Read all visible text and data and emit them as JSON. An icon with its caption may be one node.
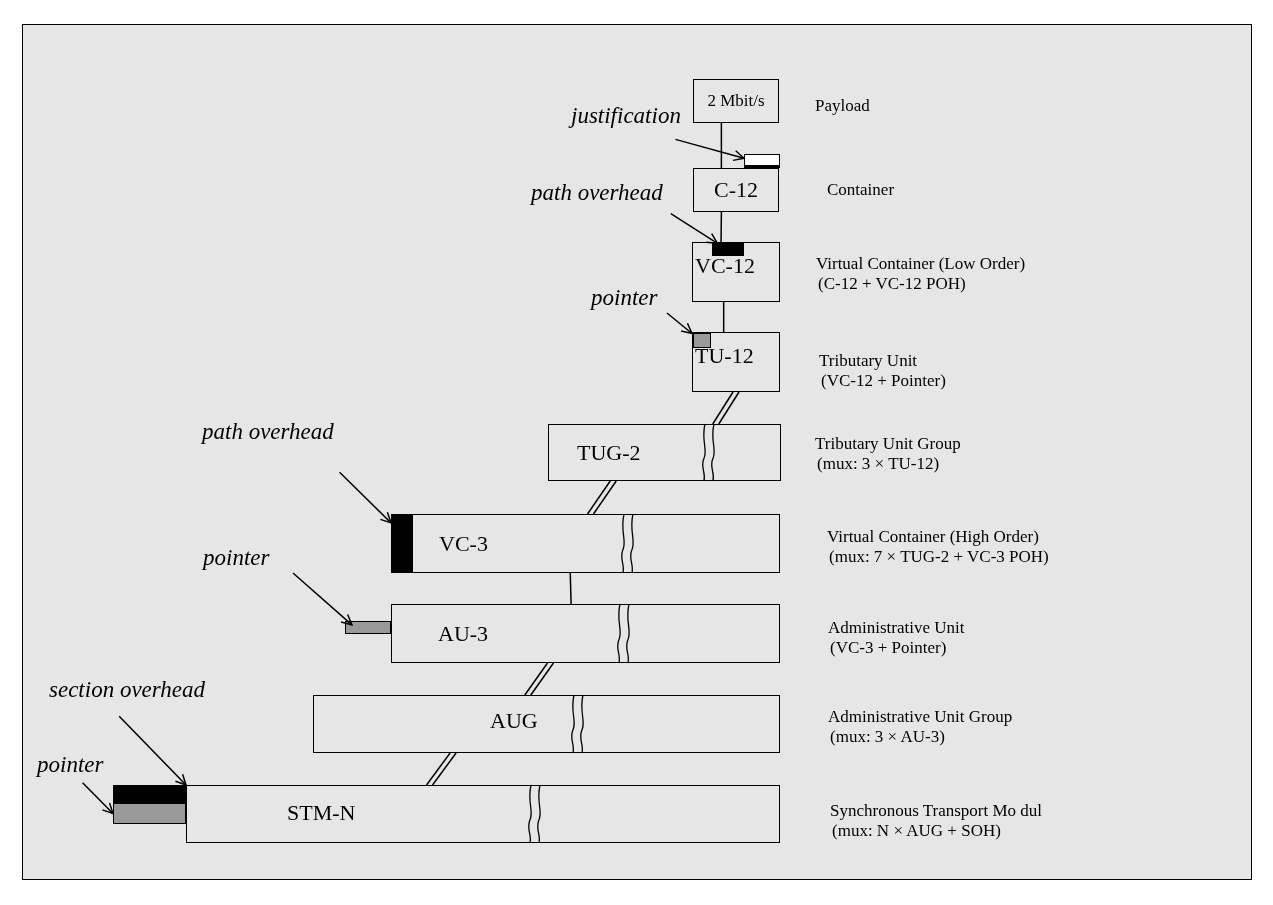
{
  "diagram": {
    "nodes": [
      {
        "text": [
          "2 Mbit/s"
        ],
        "beside": [
          "Payload"
        ]
      },
      {
        "text": [
          "justification"
        ]
      },
      {
        "text": [],
        "shape": "bar"
      },
      {
        "text": [
          "C-12"
        ],
        "beside": [
          "Container"
        ]
      },
      {
        "text": [
          "path overhead"
        ]
      },
      {
        "text": [],
        "shape": "bar",
        "in": 6
      },
      {
        "text": [
          "VC-12"
        ],
        "beside": [
          "Virtual Container (Low Order)",
          "(C-12 + VC-12 POH)"
        ]
      },
      {
        "text": [
          "pointer"
        ]
      },
      {
        "text": [
          "TU-12"
        ],
        "beside": [
          "Tributary Unit",
          "(VC-12 + Pointer)"
        ]
      },
      {
        "text": [],
        "shape": "bar",
        "in": 8
      },
      {
        "text": [
          "TUG-2"
        ],
        "beside": [
          "Tributary Unit Group",
          "(mux: 3 × TU-12)"
        ]
      },
      {
        "text": [
          "path overhead"
        ]
      },
      {
        "text": [],
        "shape": "bar"
      },
      {
        "text": [
          "VC-3"
        ],
        "beside": [
          "Virtual Container (High Order)",
          "(mux: 7 × TUG-2 + VC-3 POH)"
        ]
      },
      {
        "text": [
          "pointer"
        ]
      },
      {
        "text": [],
        "shape": "bar"
      },
      {
        "text": [
          "AU-3"
        ],
        "beside": [
          "Administrative Unit",
          "(VC-3 + Pointer)"
        ]
      },
      {
        "text": [
          "AUG"
        ],
        "beside": [
          "Administrative Unit Group",
          "(mux: 3 × AU-3)"
        ]
      },
      {
        "text": [
          "section overhead"
        ]
      },
      {
        "text": [
          "pointer"
        ]
      },
      {
        "text": [],
        "shape": "bar"
      },
      {
        "text": [],
        "shape": "bar"
      },
      {
        "text": [
          "STM-N"
        ],
        "beside": [
          "Synchronous Transport Mo dul",
          "(mux: N × AUG + SOH)"
        ]
      }
    ],
    "edges": [
      {
        "from": 0,
        "to": 3,
        "arrow": "none"
      },
      {
        "from": 3,
        "to": 6,
        "arrow": "none"
      },
      {
        "from": 6,
        "to": 8,
        "arrow": "none"
      },
      {
        "from": 8,
        "to": 10,
        "arrow": "none"
      },
      {
        "from": 10,
        "to": 13,
        "arrow": "none"
      },
      {
        "from": 13,
        "to": 16,
        "arrow": "none"
      },
      {
        "from": 16,
        "to": 17,
        "arrow": "none"
      },
      {
        "from": 17,
        "to": 22,
        "arrow": "none"
      },
      {
        "from": 1,
        "to": 2,
        "arrow": "to"
      },
      {
        "from": 4,
        "to": 5,
        "arrow": "to"
      },
      {
        "from": 7,
        "to": 9,
        "arrow": "to"
      },
      {
        "from": 11,
        "to": 12,
        "arrow": "to"
      },
      {
        "from": 14,
        "to": 15,
        "arrow": "to"
      },
      {
        "from": 18,
        "to": 20,
        "arrow": "to"
      },
      {
        "from": 19,
        "to": 21,
        "arrow": "to"
      }
    ]
  }
}
